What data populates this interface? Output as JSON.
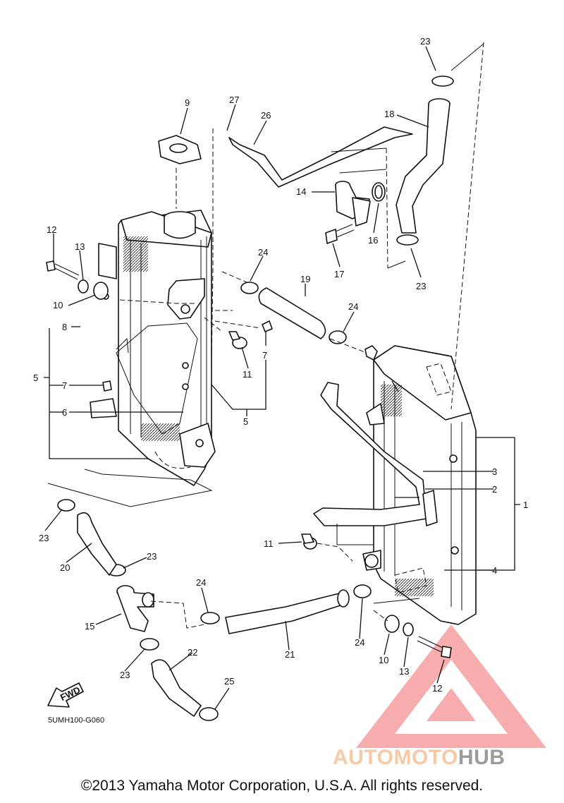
{
  "diagram": {
    "part_code": "5UMH100-G060",
    "fwd_label": "FWD",
    "copyright": "©2013 Yamaha Motor Corporation, U.S.A. All rights reserved.",
    "watermark": {
      "prefix": "AUTOMOTO",
      "suffix": "HUB"
    },
    "colors": {
      "ink": "#111111",
      "watermark_red": "#f26b6b",
      "watermark_orange": "#f7c9a4",
      "watermark_gray": "#9b9b9b"
    },
    "callouts": [
      {
        "id": "c23a",
        "text": "23"
      },
      {
        "id": "c9",
        "text": "9"
      },
      {
        "id": "c27",
        "text": "27"
      },
      {
        "id": "c26",
        "text": "26"
      },
      {
        "id": "c18",
        "text": "18"
      },
      {
        "id": "c14",
        "text": "14"
      },
      {
        "id": "c16",
        "text": "16"
      },
      {
        "id": "c17",
        "text": "17"
      },
      {
        "id": "c23b",
        "text": "23"
      },
      {
        "id": "c12a",
        "text": "12"
      },
      {
        "id": "c13a",
        "text": "13"
      },
      {
        "id": "c10a",
        "text": "10"
      },
      {
        "id": "c24a",
        "text": "24"
      },
      {
        "id": "c19",
        "text": "19"
      },
      {
        "id": "c24b",
        "text": "24"
      },
      {
        "id": "c8",
        "text": "8"
      },
      {
        "id": "c7a",
        "text": "7"
      },
      {
        "id": "c11a",
        "text": "11"
      },
      {
        "id": "c5a",
        "text": "5"
      },
      {
        "id": "c7b",
        "text": "7"
      },
      {
        "id": "c6",
        "text": "6"
      },
      {
        "id": "c5b",
        "text": "5"
      },
      {
        "id": "c3",
        "text": "3"
      },
      {
        "id": "c2",
        "text": "2"
      },
      {
        "id": "c1",
        "text": "1"
      },
      {
        "id": "c23c",
        "text": "23"
      },
      {
        "id": "c11b",
        "text": "11"
      },
      {
        "id": "c20",
        "text": "20"
      },
      {
        "id": "c23d",
        "text": "23"
      },
      {
        "id": "c4",
        "text": "4"
      },
      {
        "id": "c24c",
        "text": "24"
      },
      {
        "id": "c15",
        "text": "15"
      },
      {
        "id": "c21",
        "text": "21"
      },
      {
        "id": "c24d",
        "text": "24"
      },
      {
        "id": "c10b",
        "text": "10"
      },
      {
        "id": "c13b",
        "text": "13"
      },
      {
        "id": "c23e",
        "text": "23"
      },
      {
        "id": "c22",
        "text": "22"
      },
      {
        "id": "c12b",
        "text": "12"
      },
      {
        "id": "c25",
        "text": "25"
      }
    ]
  }
}
